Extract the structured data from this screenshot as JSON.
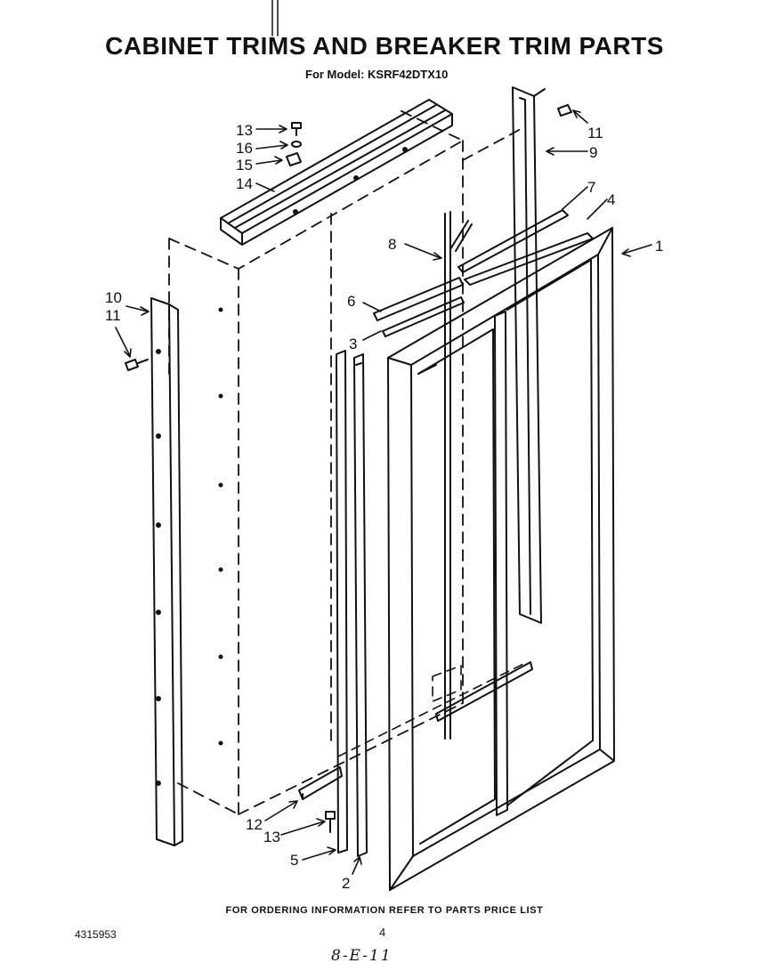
{
  "title": "CABINET TRIMS AND BREAKER TRIM PARTS",
  "model_line": "For Model: KSRF42DTX10",
  "callouts": {
    "c1": "1",
    "c2": "2",
    "c3": "3",
    "c4": "4",
    "c5": "5",
    "c6": "6",
    "c7": "7",
    "c8": "8",
    "c9": "9",
    "c10": "10",
    "c11a": "11",
    "c11b": "11",
    "c12": "12",
    "c13a": "13",
    "c13b": "13",
    "c14": "14",
    "c15": "15",
    "c16": "16"
  },
  "footer_note": "FOR ORDERING INFORMATION REFER TO PARTS PRICE LIST",
  "document_number": "4315953",
  "page_number": "4",
  "handwritten_note": "8-E-11"
}
